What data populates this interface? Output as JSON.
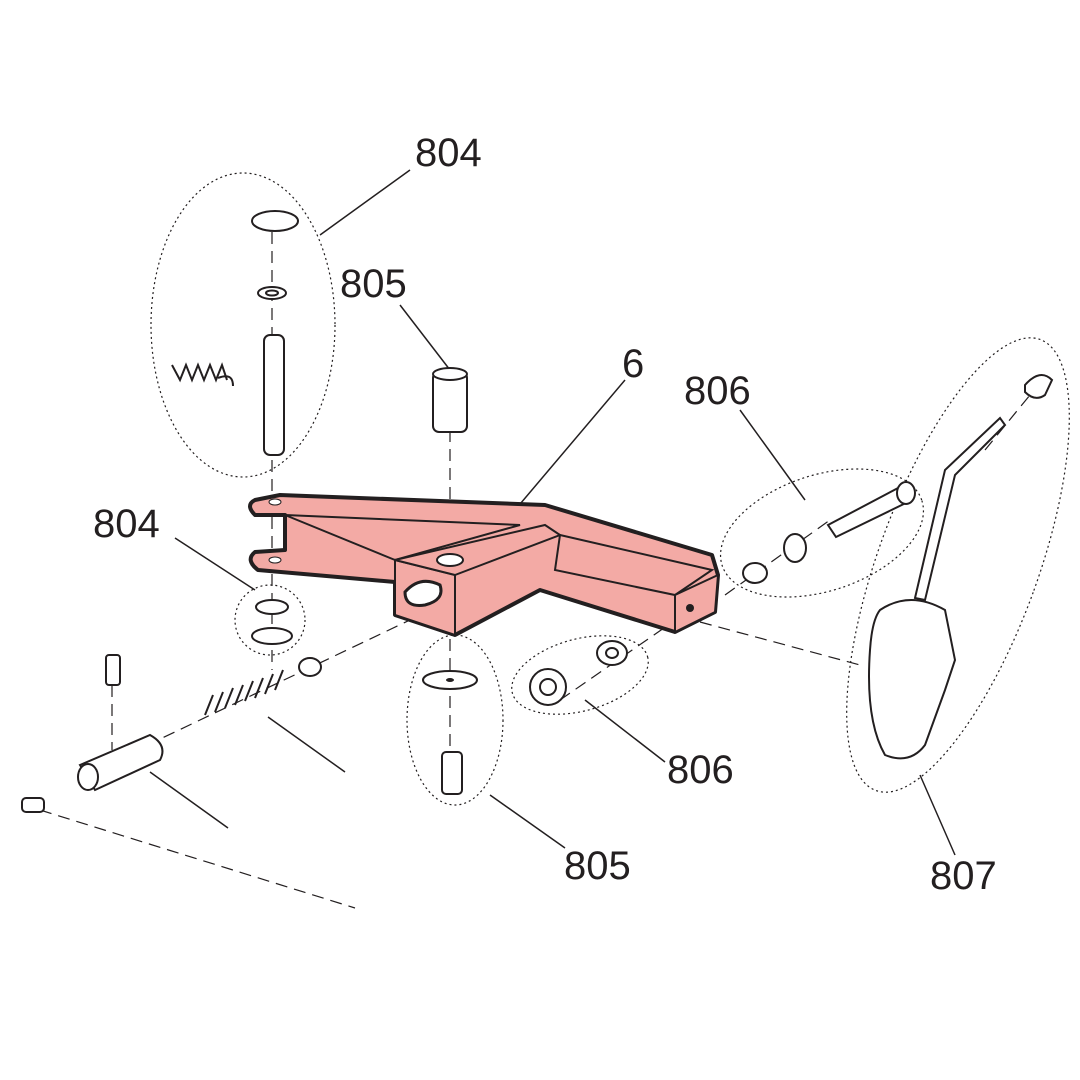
{
  "diagram": {
    "callouts": [
      {
        "id": "804-top",
        "text": "804"
      },
      {
        "id": "805-top",
        "text": "805"
      },
      {
        "id": "6",
        "text": "6"
      },
      {
        "id": "806-top",
        "text": "806"
      },
      {
        "id": "804-left",
        "text": "804"
      },
      {
        "id": "806-bottom",
        "text": "806"
      },
      {
        "id": "805-bottom",
        "text": "805"
      },
      {
        "id": "807",
        "text": "807"
      }
    ],
    "colors": {
      "highlight": "#f3aaa5",
      "ink": "#231f20"
    }
  }
}
